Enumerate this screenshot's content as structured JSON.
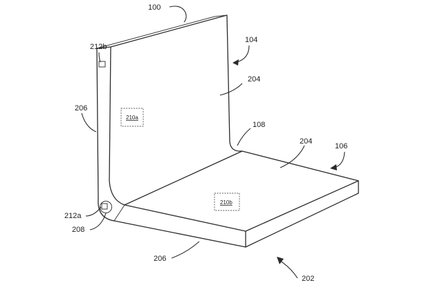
{
  "labels": {
    "l100": "100",
    "l104": "104",
    "l204_top": "204",
    "l212b": "212b",
    "l206_left": "206",
    "l210a": "210a",
    "l108": "108",
    "l204_bottom": "204",
    "l106": "106",
    "l210b": "210b",
    "l212a": "212a",
    "l208": "208",
    "l206_bottom": "206",
    "l202": "202"
  }
}
